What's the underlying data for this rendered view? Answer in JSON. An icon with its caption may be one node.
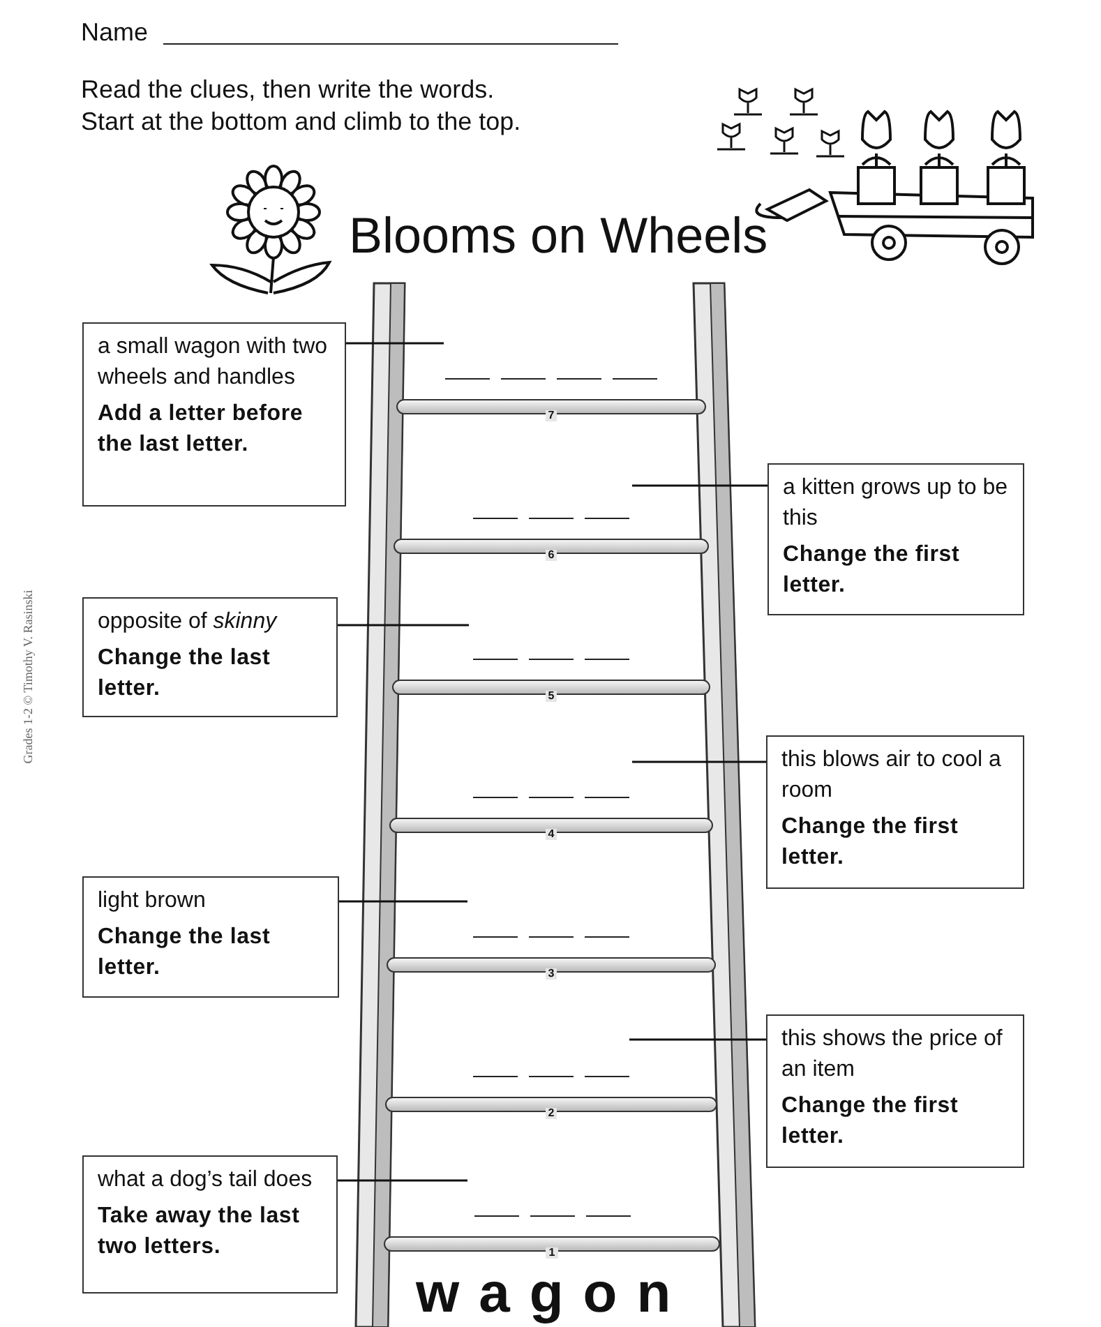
{
  "diagram": {
    "title": "Blooms on Wheels",
    "nodes": [
      {
        "text": [
          "a small wagon with two wheels and handles",
          "Add a letter before the last letter."
        ]
      },
      {
        "text": [
          "a kitten grows up to be this",
          "Change the first letter."
        ]
      },
      {
        "text": [
          "opposite of *skinny*",
          "Change the last letter."
        ]
      },
      {
        "text": [
          "this blows air to cool a room",
          "Change the first letter."
        ]
      },
      {
        "text": [
          "light brown",
          "Change the last letter."
        ]
      },
      {
        "text": [
          "this shows the price of an item",
          "Change the first letter."
        ]
      },
      {
        "text": [
          "what a dog’s tail does",
          "Take away the last two letters."
        ]
      }
    ],
    "edges": [
      {
        "from": 0,
        "to": null,
        "arrow": "none"
      },
      {
        "from": 1,
        "to": null,
        "arrow": "none"
      },
      {
        "from": 2,
        "to": null,
        "arrow": "none"
      },
      {
        "from": 3,
        "to": null,
        "arrow": "none"
      },
      {
        "from": 4,
        "to": null,
        "arrow": "none"
      },
      {
        "from": 5,
        "to": null,
        "arrow": "none"
      },
      {
        "from": 6,
        "to": null,
        "arrow": "none"
      }
    ],
    "labels": [
      "Name",
      "Read the clues, then write the words.",
      "Start at the bottom and climb to the top.",
      "7",
      "6",
      "5",
      "4",
      "3",
      "2",
      "1",
      "wagon",
      "Grades 1-2 © Timothy V. Rasinski"
    ]
  }
}
